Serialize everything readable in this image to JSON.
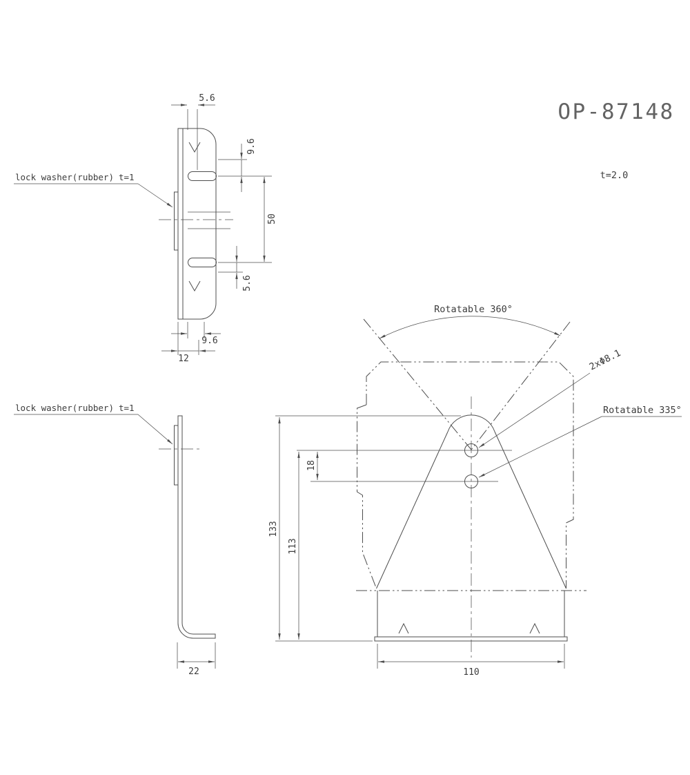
{
  "drawing": {
    "part_number": "OP-87148",
    "thickness_note": "t=2.0",
    "background": "#ffffff",
    "line_color": "#4d4d4d",
    "text_color": "#3c3c3c"
  },
  "side_view": {
    "leader_label": "lock washer(rubber)",
    "leader_thickness": "t=1",
    "dim_tab_top": "5.6",
    "dim_slot_top": "9.6",
    "dim_slot_pitch": "50",
    "dim_tab_bottom": "5.6",
    "dim_depth_slot": "9.6",
    "dim_depth_overall": "12"
  },
  "l_view": {
    "leader_label": "lock washer(rubber)",
    "leader_thickness": "t=1",
    "dim_leg_width": "22"
  },
  "front_view": {
    "note_rotate_full": "Rotatable 360°",
    "note_holes": "2xΦ8.1",
    "note_rotate_limited": "Rotatable 335°",
    "dim_hole_pitch": "18",
    "dim_height_overall": "133",
    "dim_height_to_hole": "113",
    "dim_base_width": "110"
  }
}
